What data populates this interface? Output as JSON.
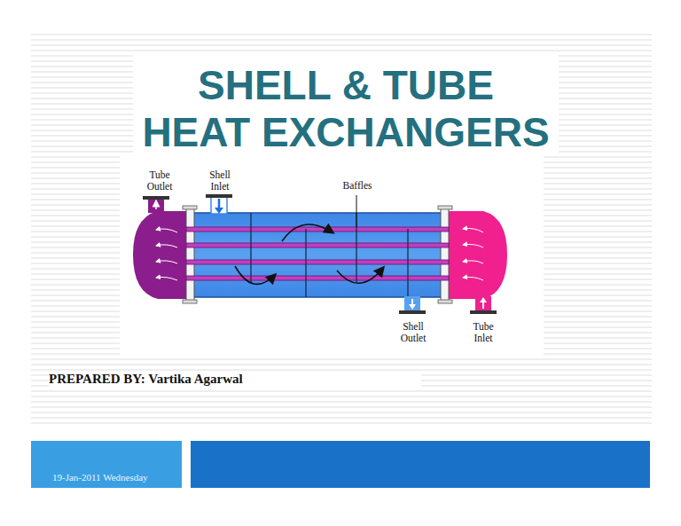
{
  "diagram": {
    "title": "SHELL & TUBE HEAT EXCHANGERS",
    "nodes": [
      {
        "text": [
          "19-Jan-2011 Wednesday"
        ]
      }
    ],
    "labels": [
      "Tube Outlet",
      "Shell Inlet",
      "Baffles",
      "Shell Outlet",
      "Tube Inlet",
      "PREPARED BY: Vartika Agarwal"
    ]
  }
}
